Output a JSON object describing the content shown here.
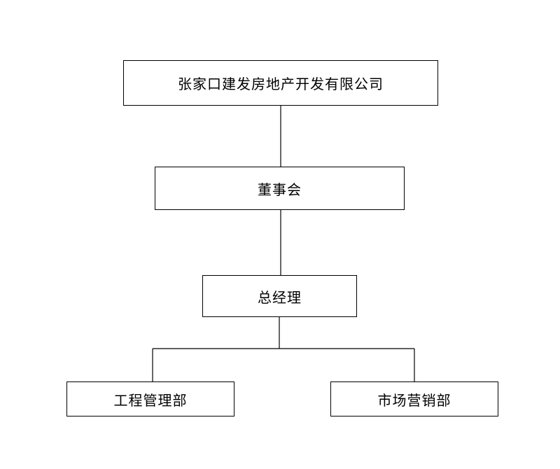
{
  "diagram": {
    "nodes": {
      "company": "张家口建发房地产开发有限公司",
      "board": "董事会",
      "general_manager": "总经理",
      "engineering": "工程管理部",
      "marketing": "市场营销部"
    },
    "edges": [
      [
        "company",
        "board"
      ],
      [
        "board",
        "general_manager"
      ],
      [
        "general_manager",
        "engineering"
      ],
      [
        "general_manager",
        "marketing"
      ]
    ],
    "line_color": "#000000",
    "box_border_color": "#000000"
  }
}
